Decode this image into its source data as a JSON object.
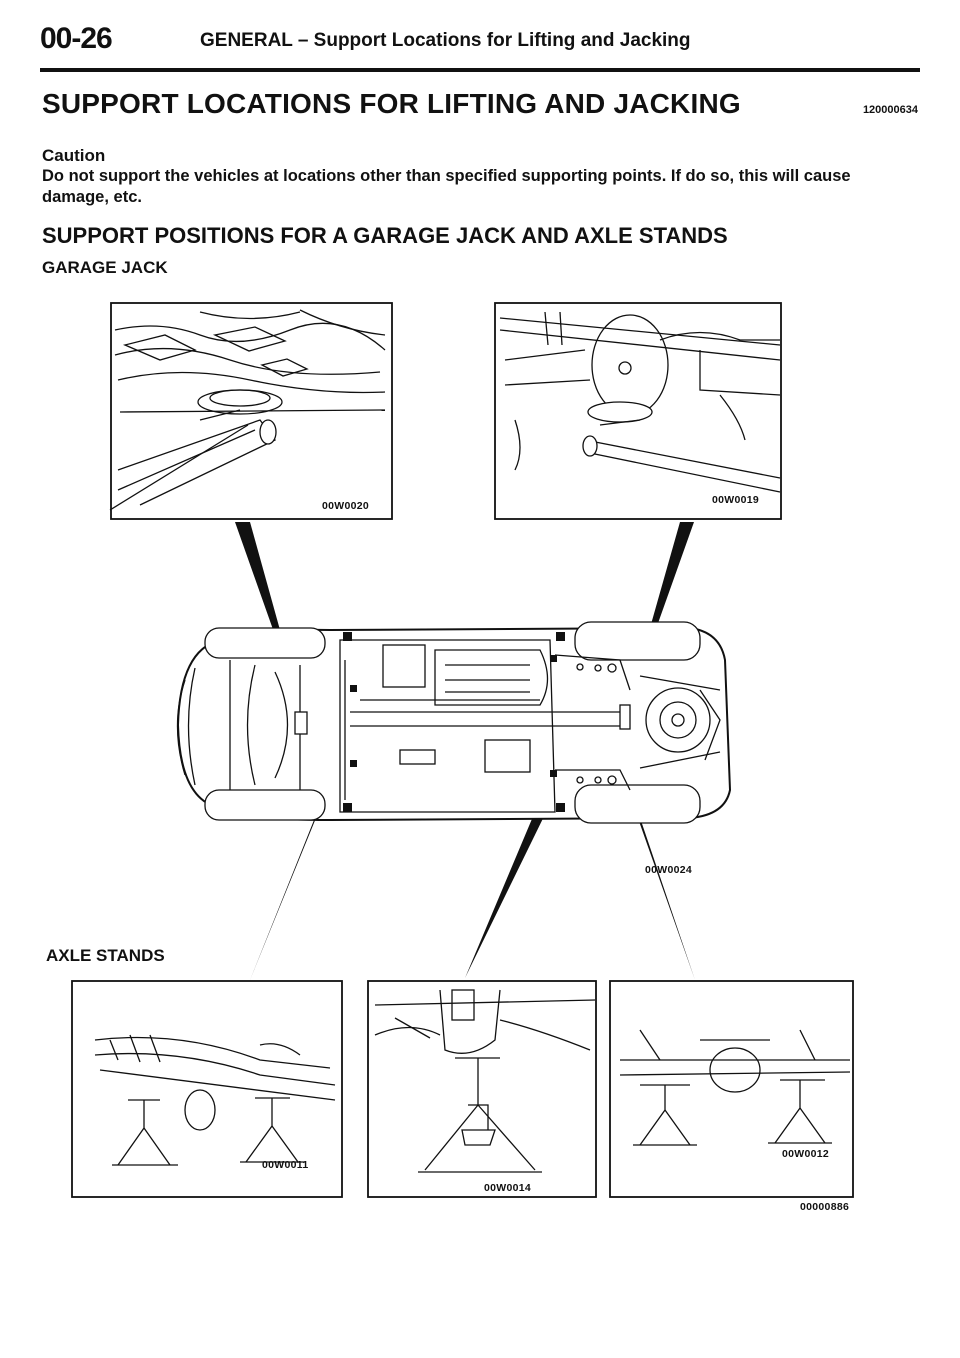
{
  "header": {
    "page_number": "00-26",
    "title": "GENERAL – Support Locations for Lifting and Jacking"
  },
  "main_title": "SUPPORT LOCATIONS FOR LIFTING AND JACKING",
  "doc_code": "120000634",
  "caution": {
    "heading": "Caution",
    "text": "Do not support the vehicles at locations other than specified supporting points. If do so, this will cause damage, etc."
  },
  "section_title": "SUPPORT POSITIONS FOR A GARAGE JACK AND AXLE STANDS",
  "garage_jack_label": "GARAGE JACK",
  "axle_stands_label": "AXLE STANDS",
  "figures": {
    "jack_front": "00W0020",
    "jack_rear": "00W0019",
    "underbody": "00W0024",
    "stand_left": "00W0011",
    "stand_center": "00W0014",
    "stand_right": "00W0012",
    "overall": "00000886"
  }
}
